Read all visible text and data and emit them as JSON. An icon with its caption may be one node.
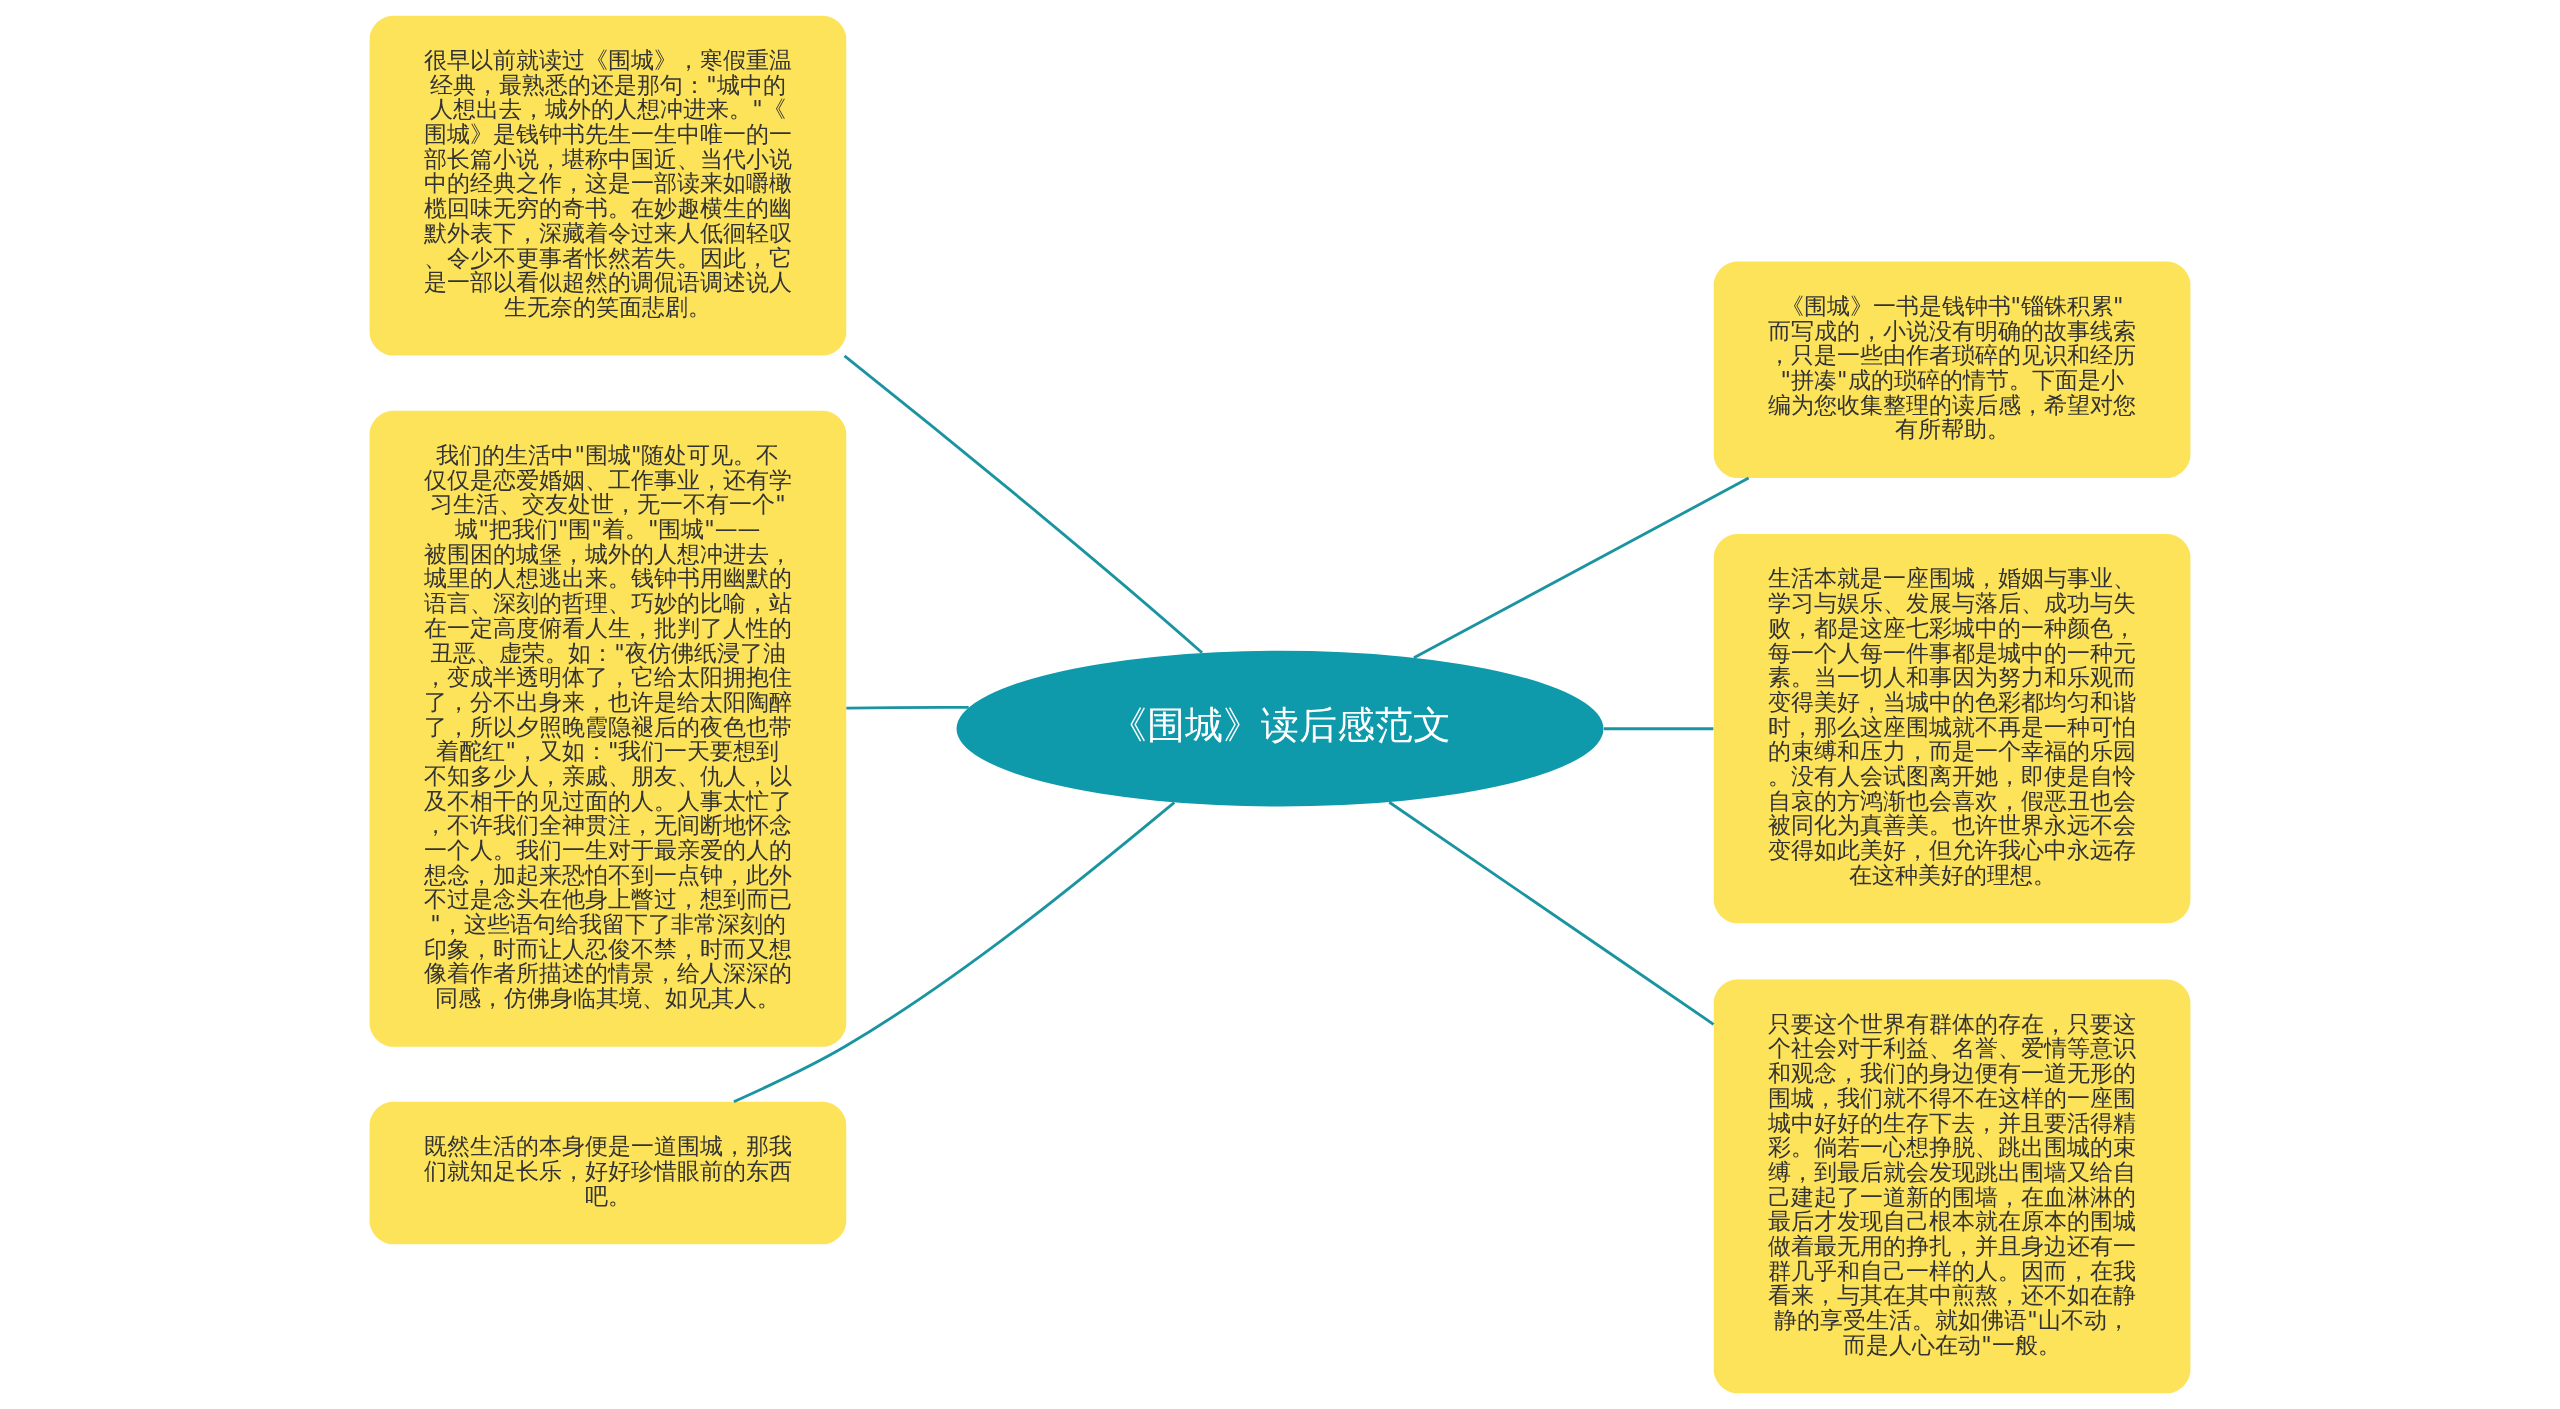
{
  "diagram": {
    "nodes": [
      {
        "text": [
          "《围城》读后感范文"
        ]
      },
      {
        "text": [
          "很早以前就读过《围城》，寒假重温经典，最熟悉的还是那句：\"城中的人想出去，城外的人想冲进来。\"《围城》是钱钟书先生一生中唯一的一部长篇小说，堪称中国近、当代小说中的经典之作，这是一部读来如嚼橄榄回味无穷的奇书。在妙趣横生的幽默外表下，深藏着令过来人低徊轻叹、令少不更事者怅然若失。因此，它是一部以看似超然的调侃语调述说人生无奈的笑面悲剧。"
        ]
      },
      {
        "text": [
          "我们的生活中\"围城\"随处可见。不仅仅是恋爱婚姻、工作事业，还有学习生活、交友处世，无一不有一个\"城\"把我们\"围\"着。\"围城\"——被围困的城堡，城外的人想冲进去，城里的人想逃出来。钱钟书用幽默的语言、深刻的哲理、巧妙的比喻，站在一定高度俯看人生，批判了人性的丑恶、虚荣。如：\"夜仿佛纸浸了油，变成半透明体了，它给太阳拥抱住了，分不出身来，也许是给太阳陶醉了，所以夕照晚霞隐褪后的夜色也带着酡红\"，又如：\"我们一天要想到不知多少人，亲戚、朋友、仇人，以及不相干的见过面的人。人事太忙了，不许我们全神贯注，无间断地怀念一个人。我们一生对于最亲爱的人的想念，加起来恐怕不到一点钟，此外不过是念头在他身上瞥过，想到而已\"，这些语句给我留下了非常深刻的印象，时而让人忍俊不禁，时而又想像着作者所描述的情景，给人深深的同感，仿佛身临其境、如见其人。"
        ]
      },
      {
        "text": [
          "既然生活的本身便是一道围城，那我们就知足长乐，好好珍惜眼前的东西吧。"
        ]
      },
      {
        "text": [
          "《围城》一书是钱钟书\"锱铢积累\"而写成的，小说没有明确的故事线索，只是一些由作者琐碎的见识和经历\"拼凑\"成的琐碎的情节。下面是小编为您收集整理的读后感，希望对您有所帮助。"
        ]
      },
      {
        "text": [
          "生活本就是一座围城，婚姻与事业、学习与娱乐、发展与落后、成功与失败，都是这座七彩城中的一种颜色，每一个人每一件事都是城中的一种元素。当一切人和事因为努力和乐观而变得美好，当城中的色彩都均匀和谐时，那么这座围城就不再是一种可怕的束缚和压力，而是一个幸福的乐园。没有人会试图离开她，即使是自怜自哀的方鸿渐也会喜欢，假恶丑也会被同化为真善美。也许世界永远不会变得如此美好，但允许我心中永远存在这种美好的理想。"
        ]
      },
      {
        "text": [
          "只要这个世界有群体的存在，只要这个社会对于利益、名誉、爱情等意识和观念，我们的身边便有一道无形的围城，我们就不得不在这样的一座围城中好好的生存下去，并且要活得精彩。倘若一心想挣脱、跳出围城的束缚，到最后就会发现跳出围墙又给自己建起了一道新的围墙，在血淋淋的最后才发现自己根本就在原本的围城做着最无用的挣扎，并且身边还有一群几乎和自己一样的人。因而，在我看来，与其在其中煎熬，还不如在静静的享受生活。就如佛语\"山不动，而是人心在动\"一般。"
        ]
      }
    ],
    "edges": [
      {
        "from": 0,
        "to": 1,
        "arrow": "none"
      },
      {
        "from": 0,
        "to": 2,
        "arrow": "none"
      },
      {
        "from": 0,
        "to": 3,
        "arrow": "none"
      },
      {
        "from": 0,
        "to": 4,
        "arrow": "none"
      },
      {
        "from": 0,
        "to": 5,
        "arrow": "none"
      },
      {
        "from": 0,
        "to": 6,
        "arrow": "none"
      }
    ]
  }
}
